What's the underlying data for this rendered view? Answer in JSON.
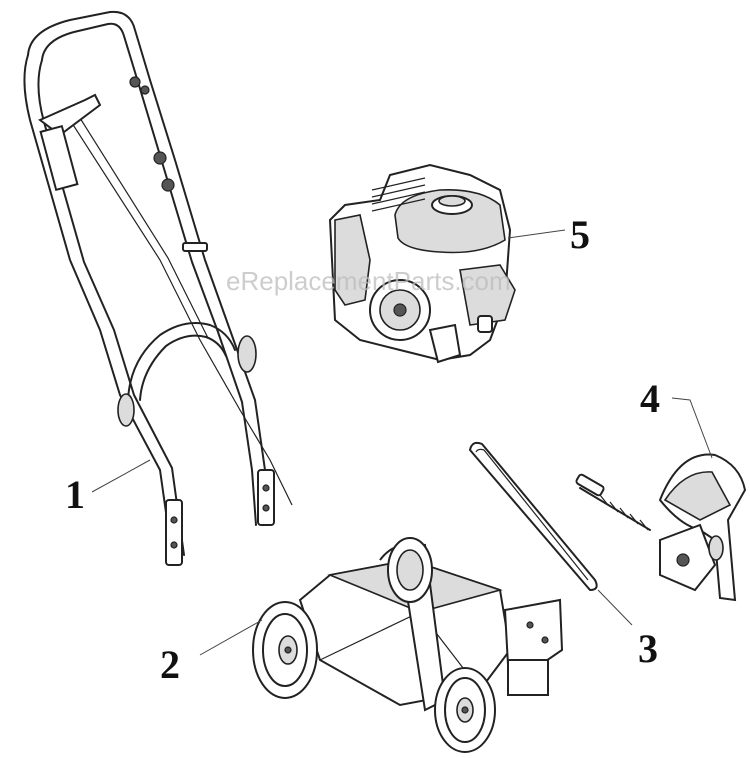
{
  "watermark": "eReplacementParts.com",
  "callouts": [
    {
      "label": "1",
      "part": "handle-assembly"
    },
    {
      "label": "2",
      "part": "wheel-frame-assembly"
    },
    {
      "label": "3",
      "part": "drive-belt"
    },
    {
      "label": "4",
      "part": "blade-guard-assembly"
    },
    {
      "label": "5",
      "part": "engine"
    }
  ]
}
